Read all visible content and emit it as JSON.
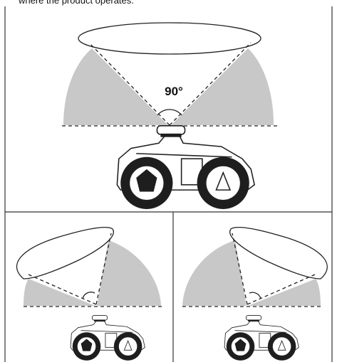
{
  "caption": "where the product operates.",
  "top_panel": {
    "angle_label": "90°"
  },
  "panels": [
    {
      "id": "top",
      "view": "angle-wide"
    },
    {
      "id": "bottom-left",
      "view": "angle-tilted-left"
    },
    {
      "id": "bottom-right",
      "view": "angle-tilted-right"
    }
  ],
  "colors": {
    "sensor_area": "#c8c8c8",
    "line": "#222222",
    "background": "#ffffff"
  }
}
